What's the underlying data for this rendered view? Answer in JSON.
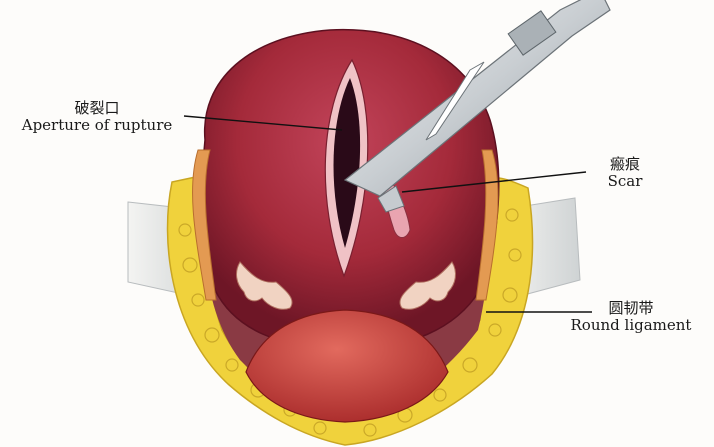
{
  "labels": {
    "rupture": {
      "zh": "破裂口",
      "en": "Aperture of rupture"
    },
    "scar": {
      "zh": "瘢痕",
      "en": "Scar"
    },
    "ligament": {
      "zh": "圆韧带",
      "en": "Round ligament"
    }
  },
  "colors": {
    "uterus": "#b0303f",
    "uterus_dark": "#5c1020",
    "bladder": "#c8423c",
    "fat": "#f0d23c",
    "ligament": "#e39a52",
    "metal": "#d9dde0"
  }
}
